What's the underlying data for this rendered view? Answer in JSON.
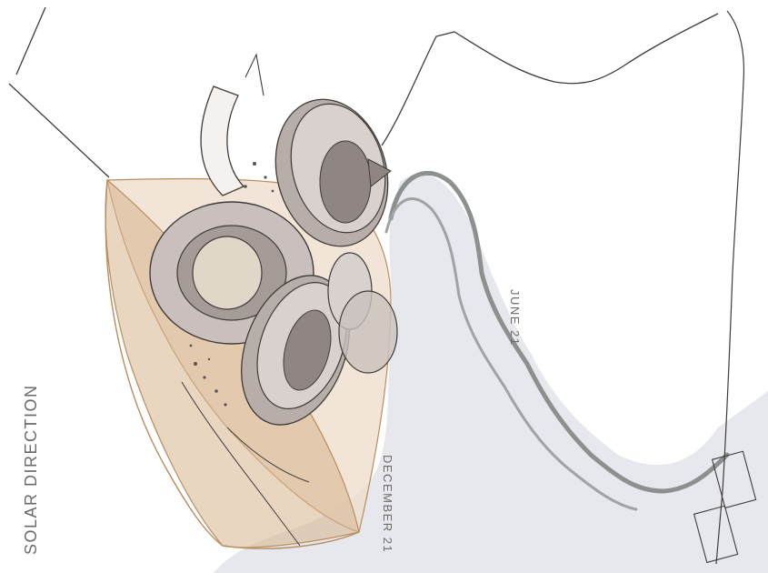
{
  "diagram": {
    "title": "SOLAR DIRECTION",
    "labels": {
      "june": "JUNE 21",
      "december": "DECEMBER 21"
    },
    "colors": {
      "background": "#ffffff",
      "line": "#3f3b39",
      "water": "#e6e8ee",
      "coast": "#8c908f",
      "building": "#c9c0bd",
      "building_dark": "#8f8582",
      "sun_june": "#eedccb",
      "sun_december": "#d7b48e",
      "sun_outline": "#b98d5e"
    }
  }
}
